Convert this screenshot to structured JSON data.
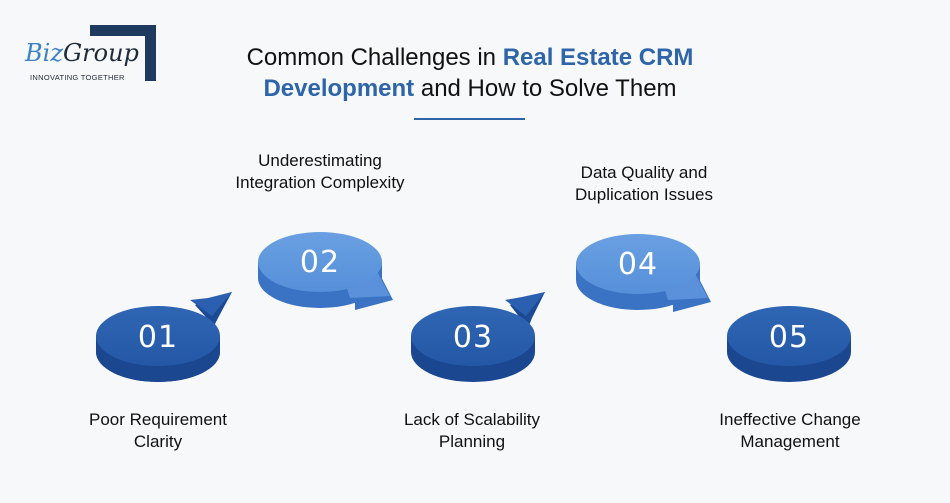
{
  "logo": {
    "brand_part1": "Biz",
    "brand_part2": "Group",
    "tagline": "INNOVATING TOGETHER"
  },
  "header": {
    "title_line1_plain": "Common Challenges in ",
    "title_line1_highlight": "Real Estate CRM",
    "title_line2_highlight": "Development",
    "title_line2_plain": " and How to Solve Them"
  },
  "colors": {
    "dark_blue": "#2458a6",
    "light_blue": "#5b93dc",
    "highlight_text": "#2e64a8",
    "background": "#f7f8fa"
  },
  "steps": [
    {
      "number": "01",
      "label": "Poor Requirement Clarity",
      "label_line1": "Poor Requirement",
      "label_line2": "Clarity",
      "shade": "dark"
    },
    {
      "number": "02",
      "label": "Underestimating Integration Complexity",
      "label_line1": "Underestimating",
      "label_line2": "Integration Complexity",
      "shade": "light"
    },
    {
      "number": "03",
      "label": "Lack of Scalability Planning",
      "label_line1": "Lack of Scalability",
      "label_line2": "Planning",
      "shade": "dark"
    },
    {
      "number": "04",
      "label": "Data Quality and Duplication Issues",
      "label_line1": "Data Quality and",
      "label_line2": "Duplication Issues",
      "shade": "light"
    },
    {
      "number": "05",
      "label": "Ineffective Change Management",
      "label_line1": "Ineffective Change",
      "label_line2": "Management",
      "shade": "dark"
    }
  ]
}
